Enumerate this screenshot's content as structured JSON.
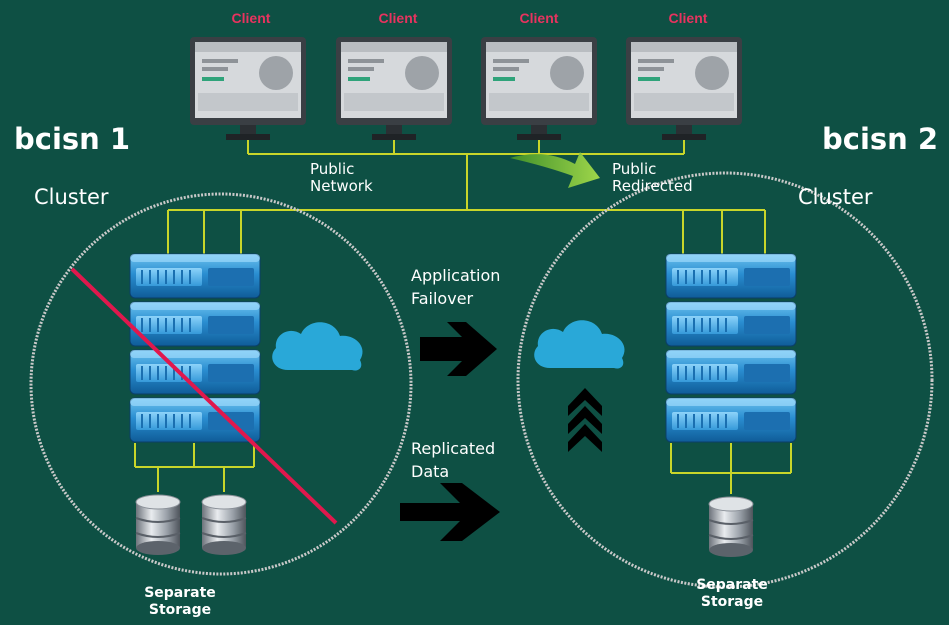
{
  "clients": [
    {
      "label": "Client"
    },
    {
      "label": "Client"
    },
    {
      "label": "Client"
    },
    {
      "label": "Client"
    }
  ],
  "site1": {
    "title": "bcisn 1",
    "cluster": "Cluster",
    "storage_label": "Separate\nStorage"
  },
  "site2": {
    "title": "bcisn 2",
    "cluster": "Cluster",
    "storage_label": "Separate\nStorage"
  },
  "network": {
    "public": "Public\nNetwork",
    "redirected": "Public\nRedirected"
  },
  "flows": {
    "failover": "Application\nFailover",
    "replicated": "Replicated\nData"
  },
  "colors": {
    "background": "#0e5044",
    "line": "#c8d62a",
    "client_text": "#e8335f",
    "failure_mark": "#e0184d",
    "arrow_green": "#7cc242",
    "cloud": "#29a8d8",
    "server": "#2a8ed1"
  }
}
